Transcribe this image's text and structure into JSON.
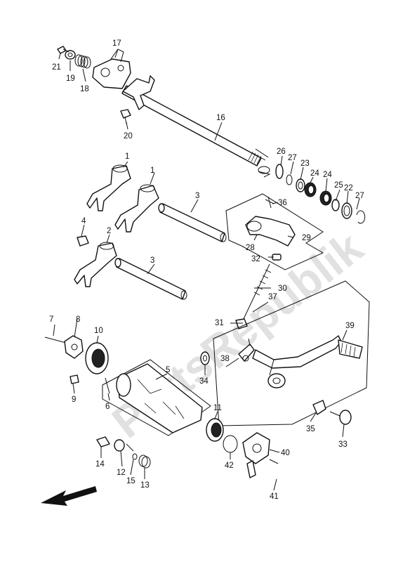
{
  "watermark": "PartsRepublik",
  "labels": [
    {
      "key": "n21",
      "text": "21"
    },
    {
      "key": "n19",
      "text": "19"
    },
    {
      "key": "n18",
      "text": "18"
    },
    {
      "key": "n17",
      "text": "17"
    },
    {
      "key": "n20",
      "text": "20"
    },
    {
      "key": "n16",
      "text": "16"
    },
    {
      "key": "n26",
      "text": "26"
    },
    {
      "key": "n27a",
      "text": "27"
    },
    {
      "key": "n23",
      "text": "23"
    },
    {
      "key": "n24a",
      "text": "24"
    },
    {
      "key": "n24b",
      "text": "24"
    },
    {
      "key": "n25",
      "text": "25"
    },
    {
      "key": "n22",
      "text": "22"
    },
    {
      "key": "n27b",
      "text": "27"
    },
    {
      "key": "n1a",
      "text": "1"
    },
    {
      "key": "n1b",
      "text": "1"
    },
    {
      "key": "n3a",
      "text": "3"
    },
    {
      "key": "n4",
      "text": "4"
    },
    {
      "key": "n2",
      "text": "2"
    },
    {
      "key": "n3b",
      "text": "3"
    },
    {
      "key": "n36",
      "text": "36"
    },
    {
      "key": "n29",
      "text": "29"
    },
    {
      "key": "n28",
      "text": "28"
    },
    {
      "key": "n32",
      "text": "32"
    },
    {
      "key": "n30",
      "text": "30"
    },
    {
      "key": "n37",
      "text": "37"
    },
    {
      "key": "n31",
      "text": "31"
    },
    {
      "key": "n39",
      "text": "39"
    },
    {
      "key": "n7",
      "text": "7"
    },
    {
      "key": "n8",
      "text": "8"
    },
    {
      "key": "n10",
      "text": "10"
    },
    {
      "key": "n9",
      "text": "9"
    },
    {
      "key": "n5",
      "text": "5"
    },
    {
      "key": "n6",
      "text": "6"
    },
    {
      "key": "n38",
      "text": "38"
    },
    {
      "key": "n34",
      "text": "34"
    },
    {
      "key": "n11",
      "text": "11"
    },
    {
      "key": "n35",
      "text": "35"
    },
    {
      "key": "n33",
      "text": "33"
    },
    {
      "key": "n40",
      "text": "40"
    },
    {
      "key": "n42",
      "text": "42"
    },
    {
      "key": "n14",
      "text": "14"
    },
    {
      "key": "n12",
      "text": "12"
    },
    {
      "key": "n15",
      "text": "15"
    },
    {
      "key": "n13",
      "text": "13"
    },
    {
      "key": "n41",
      "text": "41"
    }
  ]
}
